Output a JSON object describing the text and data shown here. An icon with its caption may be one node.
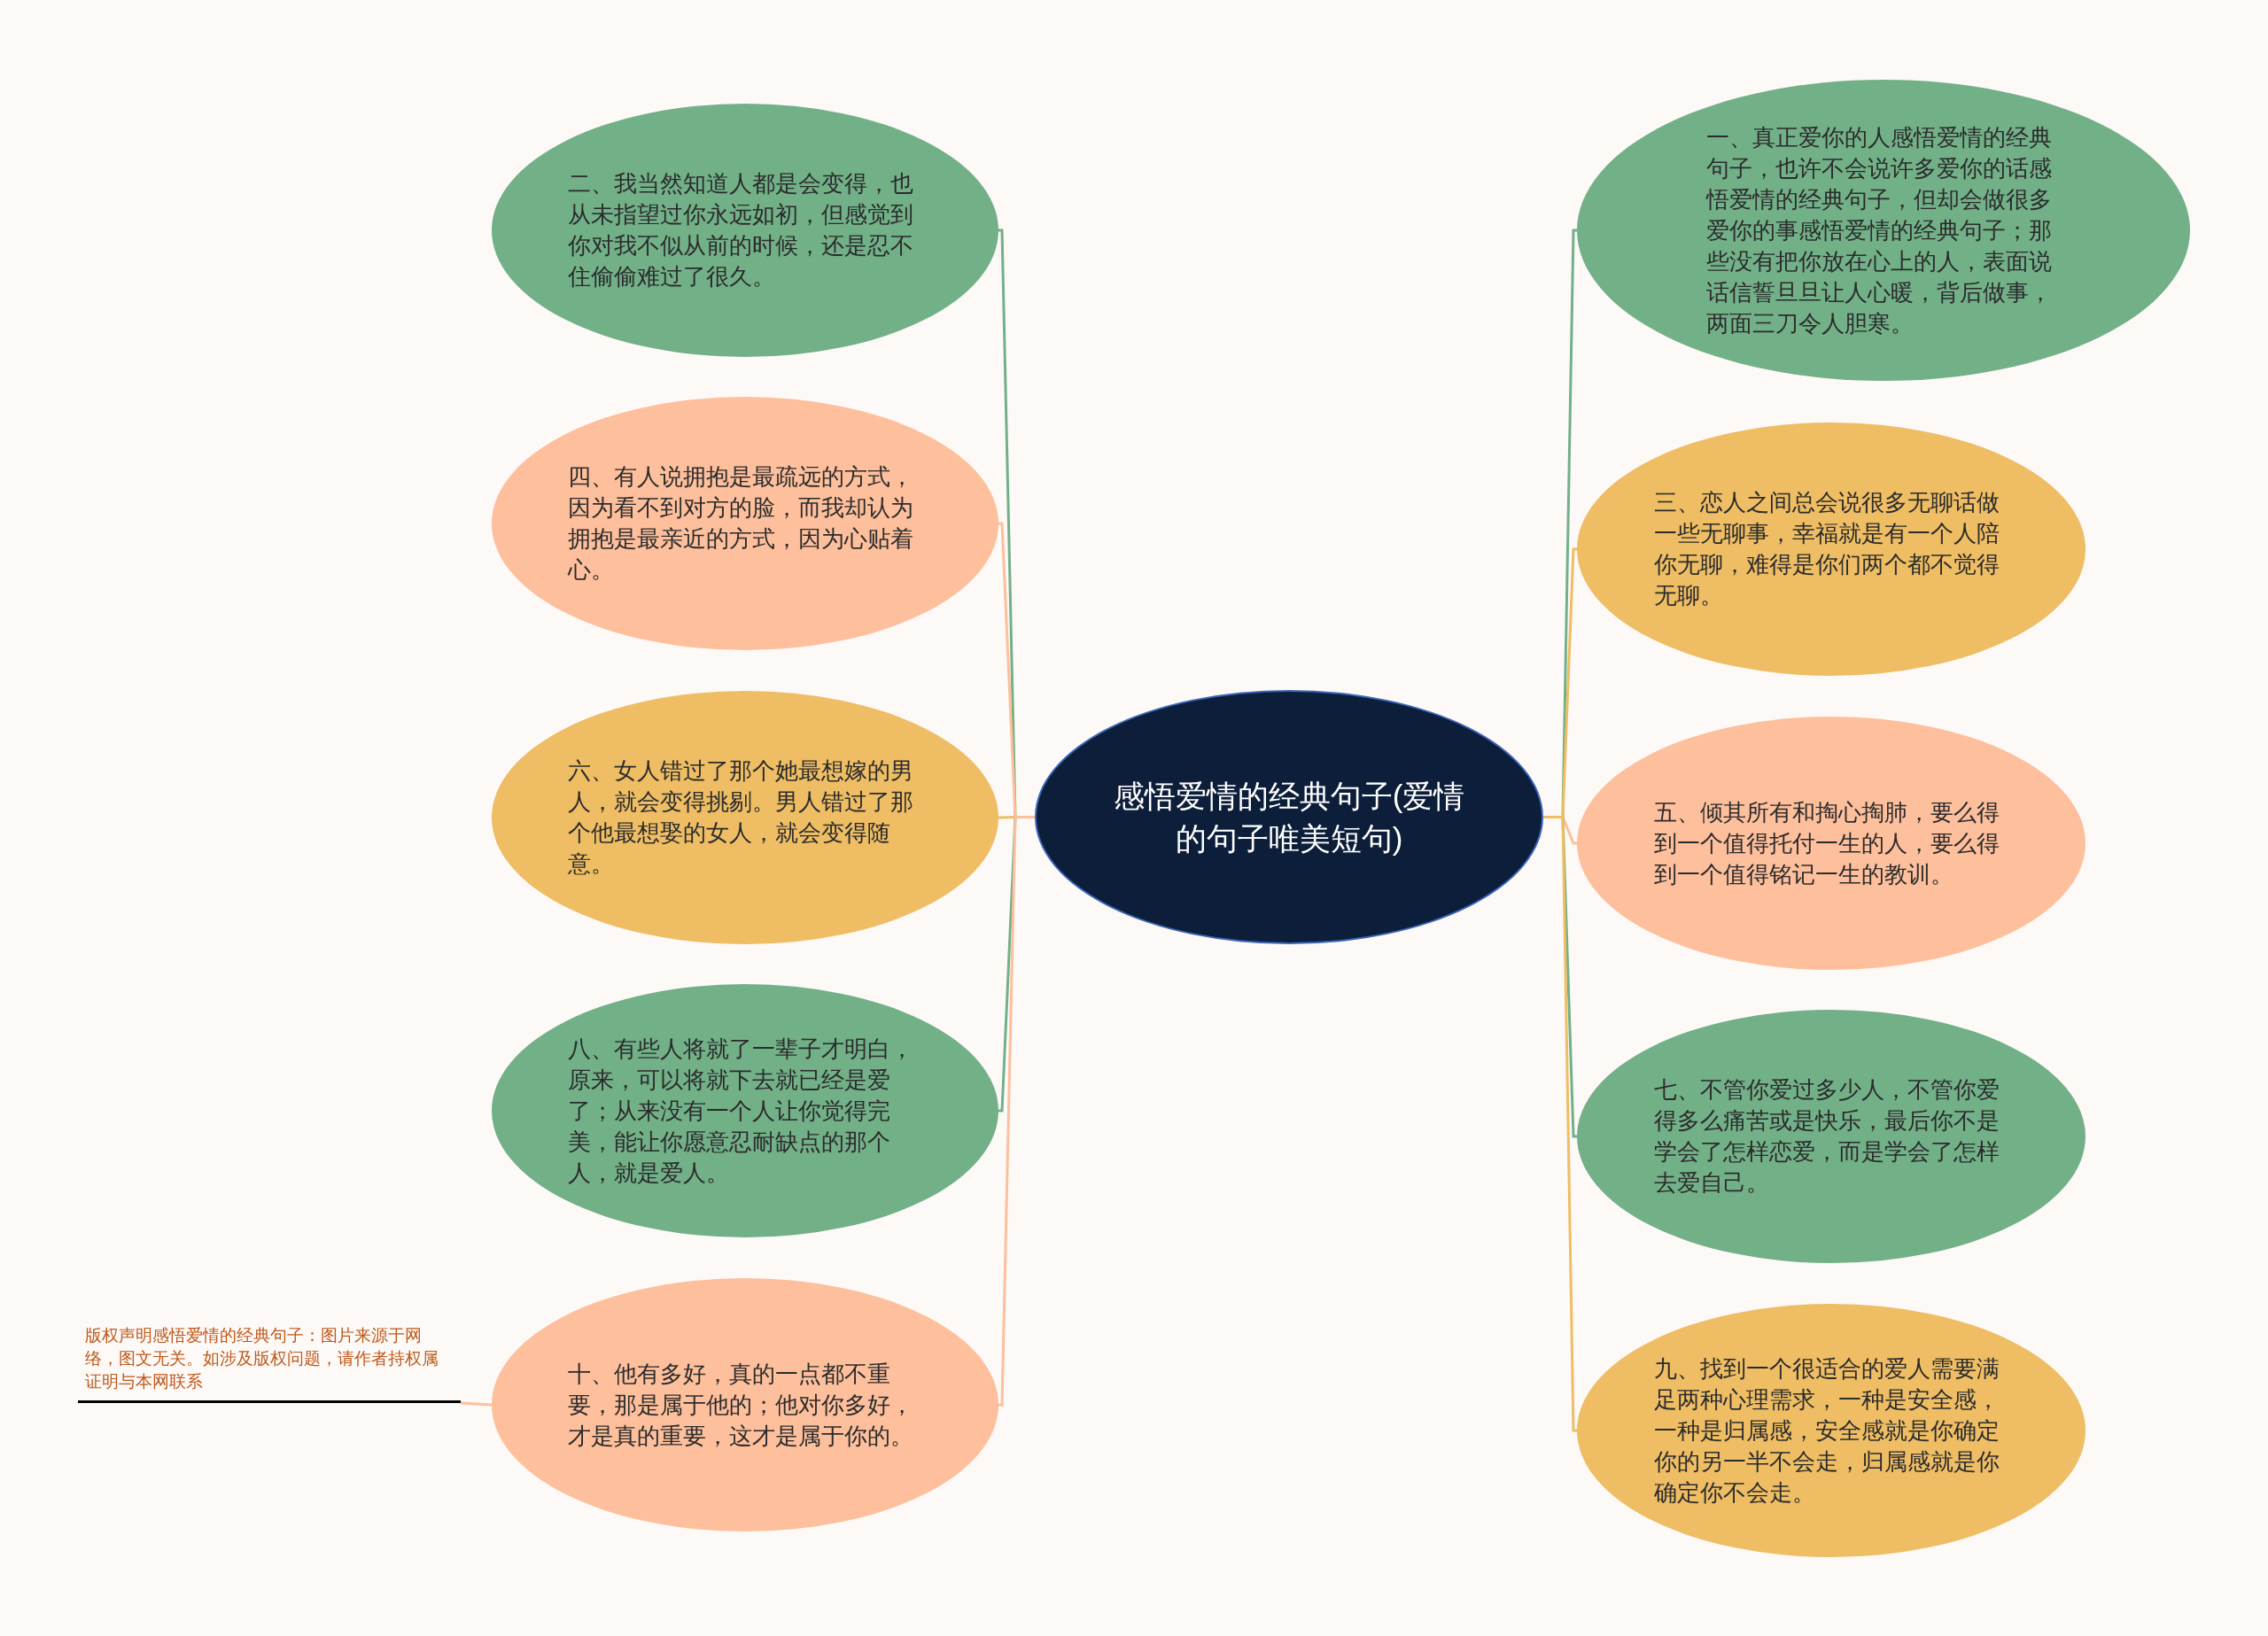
{
  "diagram": {
    "nodes": [
      {
        "text": [
          "感悟爱情的经典句子(爱情的句子唯美短句)"
        ]
      },
      {
        "text": [
          "一、真正爱你的人感悟爱情的经典句子，也许不会说许多爱你的话感悟爱情的经典句子，但却会做很多爱你的事感悟爱情的经典句子；那些没有把你放在心上的人，表面说话信誓旦旦让人心暖，背后做事，两面三刀令人胆寒。"
        ]
      },
      {
        "text": [
          "二、我当然知道人都是会变得，也从未指望过你永远如初，但感觉到你对我不似从前的时候，还是忍不住偷偷难过了很久。"
        ]
      },
      {
        "text": [
          "三、恋人之间总会说很多无聊话做一些无聊事，幸福就是有一个人陪你无聊，难得是你们两个都不觉得无聊。"
        ]
      },
      {
        "text": [
          "四、有人说拥抱是最疏远的方式，因为看不到对方的脸，而我却认为拥抱是最亲近的方式，因为心贴着心。"
        ]
      },
      {
        "text": [
          "五、倾其所有和掏心掏肺，要么得到一个值得托付一生的人，要么得到一个值得铭记一生的教训。"
        ]
      },
      {
        "text": [
          "六、女人错过了那个她最想嫁的男人，就会变得挑剔。男人错过了那个他最想娶的女人，就会变得随意。"
        ]
      },
      {
        "text": [
          "七、不管你爱过多少人，不管你爱得多么痛苦或是快乐，最后你不是学会了怎样恋爱，而是学会了怎样去爱自己。"
        ]
      },
      {
        "text": [
          "八、有些人将就了一辈子才明白，原来，可以将就下去就已经是爱了；从来没有一个人让你觉得完美，能让你愿意忍耐缺点的那个人，就是爱人。"
        ]
      },
      {
        "text": [
          "九、找到一个很适合的爱人需要满足两种心理需求，一种是安全感，一种是归属感，安全感就是你确定你的另一半不会走，归属感就是你确定你不会走。"
        ]
      },
      {
        "text": [
          "十、他有多好，真的一点都不重要，那是属于他的；他对你多好，才是真的重要，这才是属于你的。"
        ]
      },
      {
        "text": [
          "版权声明感悟爱情的经典句子：图片来源于网络，图文无关。如涉及版权问题，请作者持权属证明与本网联系"
        ]
      }
    ],
    "edges": [
      {
        "from": 0,
        "to": 1,
        "arrow": "none",
        "color": "#72b088"
      },
      {
        "from": 0,
        "to": 2,
        "arrow": "none",
        "color": "#72b088"
      },
      {
        "from": 0,
        "to": 3,
        "arrow": "none",
        "color": "#eebd64"
      },
      {
        "from": 0,
        "to": 4,
        "arrow": "none",
        "color": "#fdbf9c"
      },
      {
        "from": 0,
        "to": 5,
        "arrow": "none",
        "color": "#fdbf9c"
      },
      {
        "from": 0,
        "to": 6,
        "arrow": "none",
        "color": "#eebd64"
      },
      {
        "from": 0,
        "to": 7,
        "arrow": "none",
        "color": "#72b088"
      },
      {
        "from": 0,
        "to": 8,
        "arrow": "none",
        "color": "#72b088"
      },
      {
        "from": 0,
        "to": 9,
        "arrow": "none",
        "color": "#eebd64"
      },
      {
        "from": 0,
        "to": 10,
        "arrow": "none",
        "color": "#fdbf9c"
      },
      {
        "from": 10,
        "to": 11,
        "arrow": "none",
        "color": "#fdbf9c"
      }
    ]
  }
}
